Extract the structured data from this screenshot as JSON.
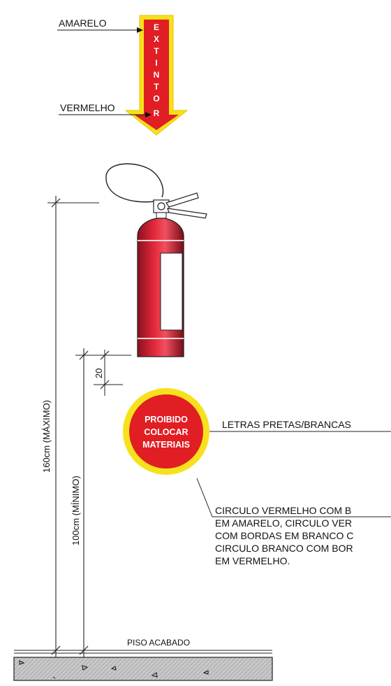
{
  "sign": {
    "letters": [
      "E",
      "X",
      "T",
      "I",
      "N",
      "T",
      "O",
      "R"
    ],
    "label_yellow": "AMARELO",
    "label_red": "VERMELHO"
  },
  "dimensions": {
    "max_height": "160cm (MÁXIMO)",
    "min_height": "100cm (MÍNIMO)",
    "gap": "20"
  },
  "circle_sign": {
    "line1": "PROIBIDO",
    "line2": "COLOCAR",
    "line3": "MATERIAIS"
  },
  "notes": {
    "letters": "LETRAS PRETAS/BRANCAS",
    "circle_lines": [
      "CIRCULO VERMELHO COM B",
      "EM AMARELO, CIRCULO VER",
      "COM BORDAS EM BRANCO C",
      "CIRCULO BRANCO COM BOR",
      "EM VERMELHO."
    ]
  },
  "floor": {
    "label": "PISO ACABADO"
  },
  "colors": {
    "red": "#e01e24",
    "yellow": "#f7e11c",
    "dark_red": "#8b0f14"
  }
}
